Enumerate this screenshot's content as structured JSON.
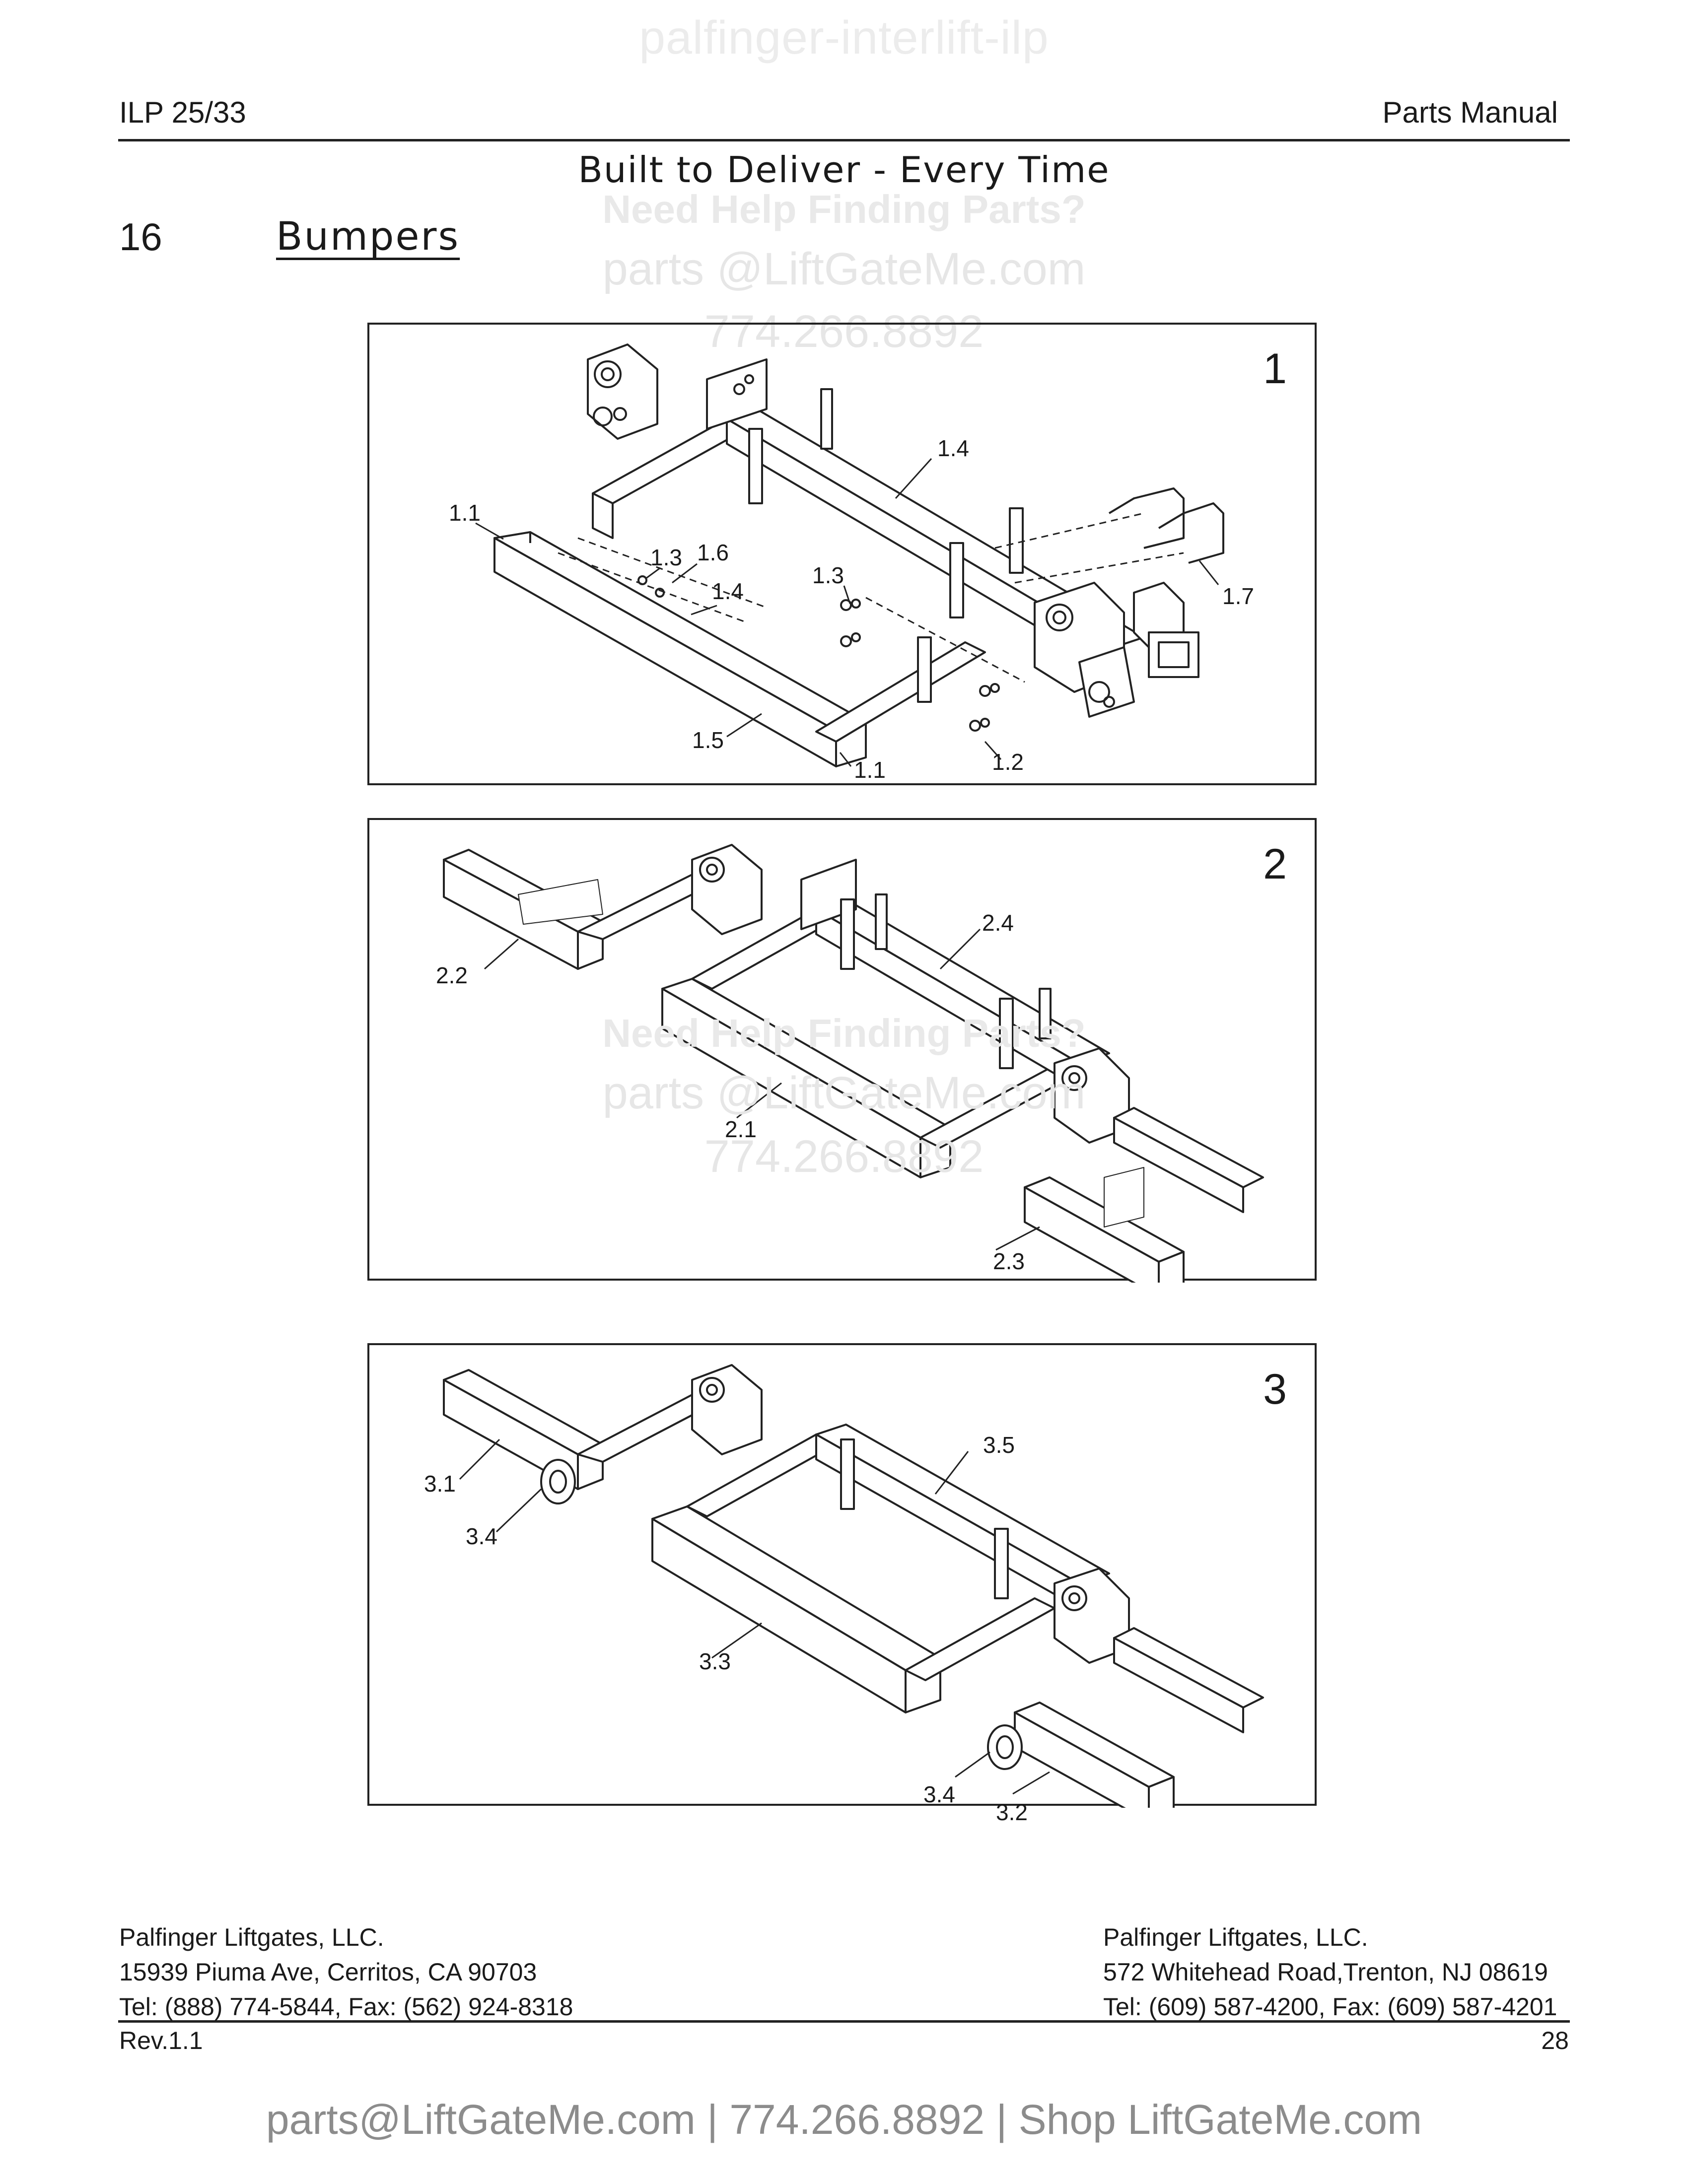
{
  "watermarks": {
    "top": "palfinger-interlift-ilp",
    "help": "Need Help Finding Parts?",
    "email": "parts @LiftGateMe.com",
    "phone": "774.266.8892",
    "bottom": "parts@LiftGateMe.com | 774.266.8892 | Shop LiftGateMe.com"
  },
  "header": {
    "model": "ILP 25/33",
    "manual": "Parts Manual",
    "tagline": "Built to Deliver - Every Time"
  },
  "section": {
    "number": "16",
    "title": "Bumpers"
  },
  "figures": [
    {
      "number": "1",
      "callouts": [
        "1.1",
        "1.3",
        "1.6",
        "1.4",
        "1.4",
        "1.3",
        "1.7",
        "1.5",
        "1.1",
        "1.2"
      ]
    },
    {
      "number": "2",
      "callouts": [
        "2.4",
        "2.2",
        "2.1",
        "2.3"
      ]
    },
    {
      "number": "3",
      "callouts": [
        "3.5",
        "3.1",
        "3.4",
        "3.3",
        "3.4",
        "3.2"
      ]
    }
  ],
  "footer": {
    "left": {
      "company": "Palfinger Liftgates, LLC.",
      "address": "15939 Piuma Ave, Cerritos, CA 90703",
      "phone": "Tel: (888) 774-5844, Fax: (562) 924-8318"
    },
    "right": {
      "company": "Palfinger Liftgates, LLC.",
      "address": "572 Whitehead Road,Trenton, NJ 08619",
      "phone": "Tel: (609) 587-4200, Fax: (609) 587-4201"
    },
    "revision": "Rev.1.1",
    "page": "28"
  },
  "colors": {
    "text": "#1a1a1a",
    "line": "#222222",
    "watermark_light": "#e6e6e6",
    "watermark_bottom": "#8c8c8c"
  }
}
